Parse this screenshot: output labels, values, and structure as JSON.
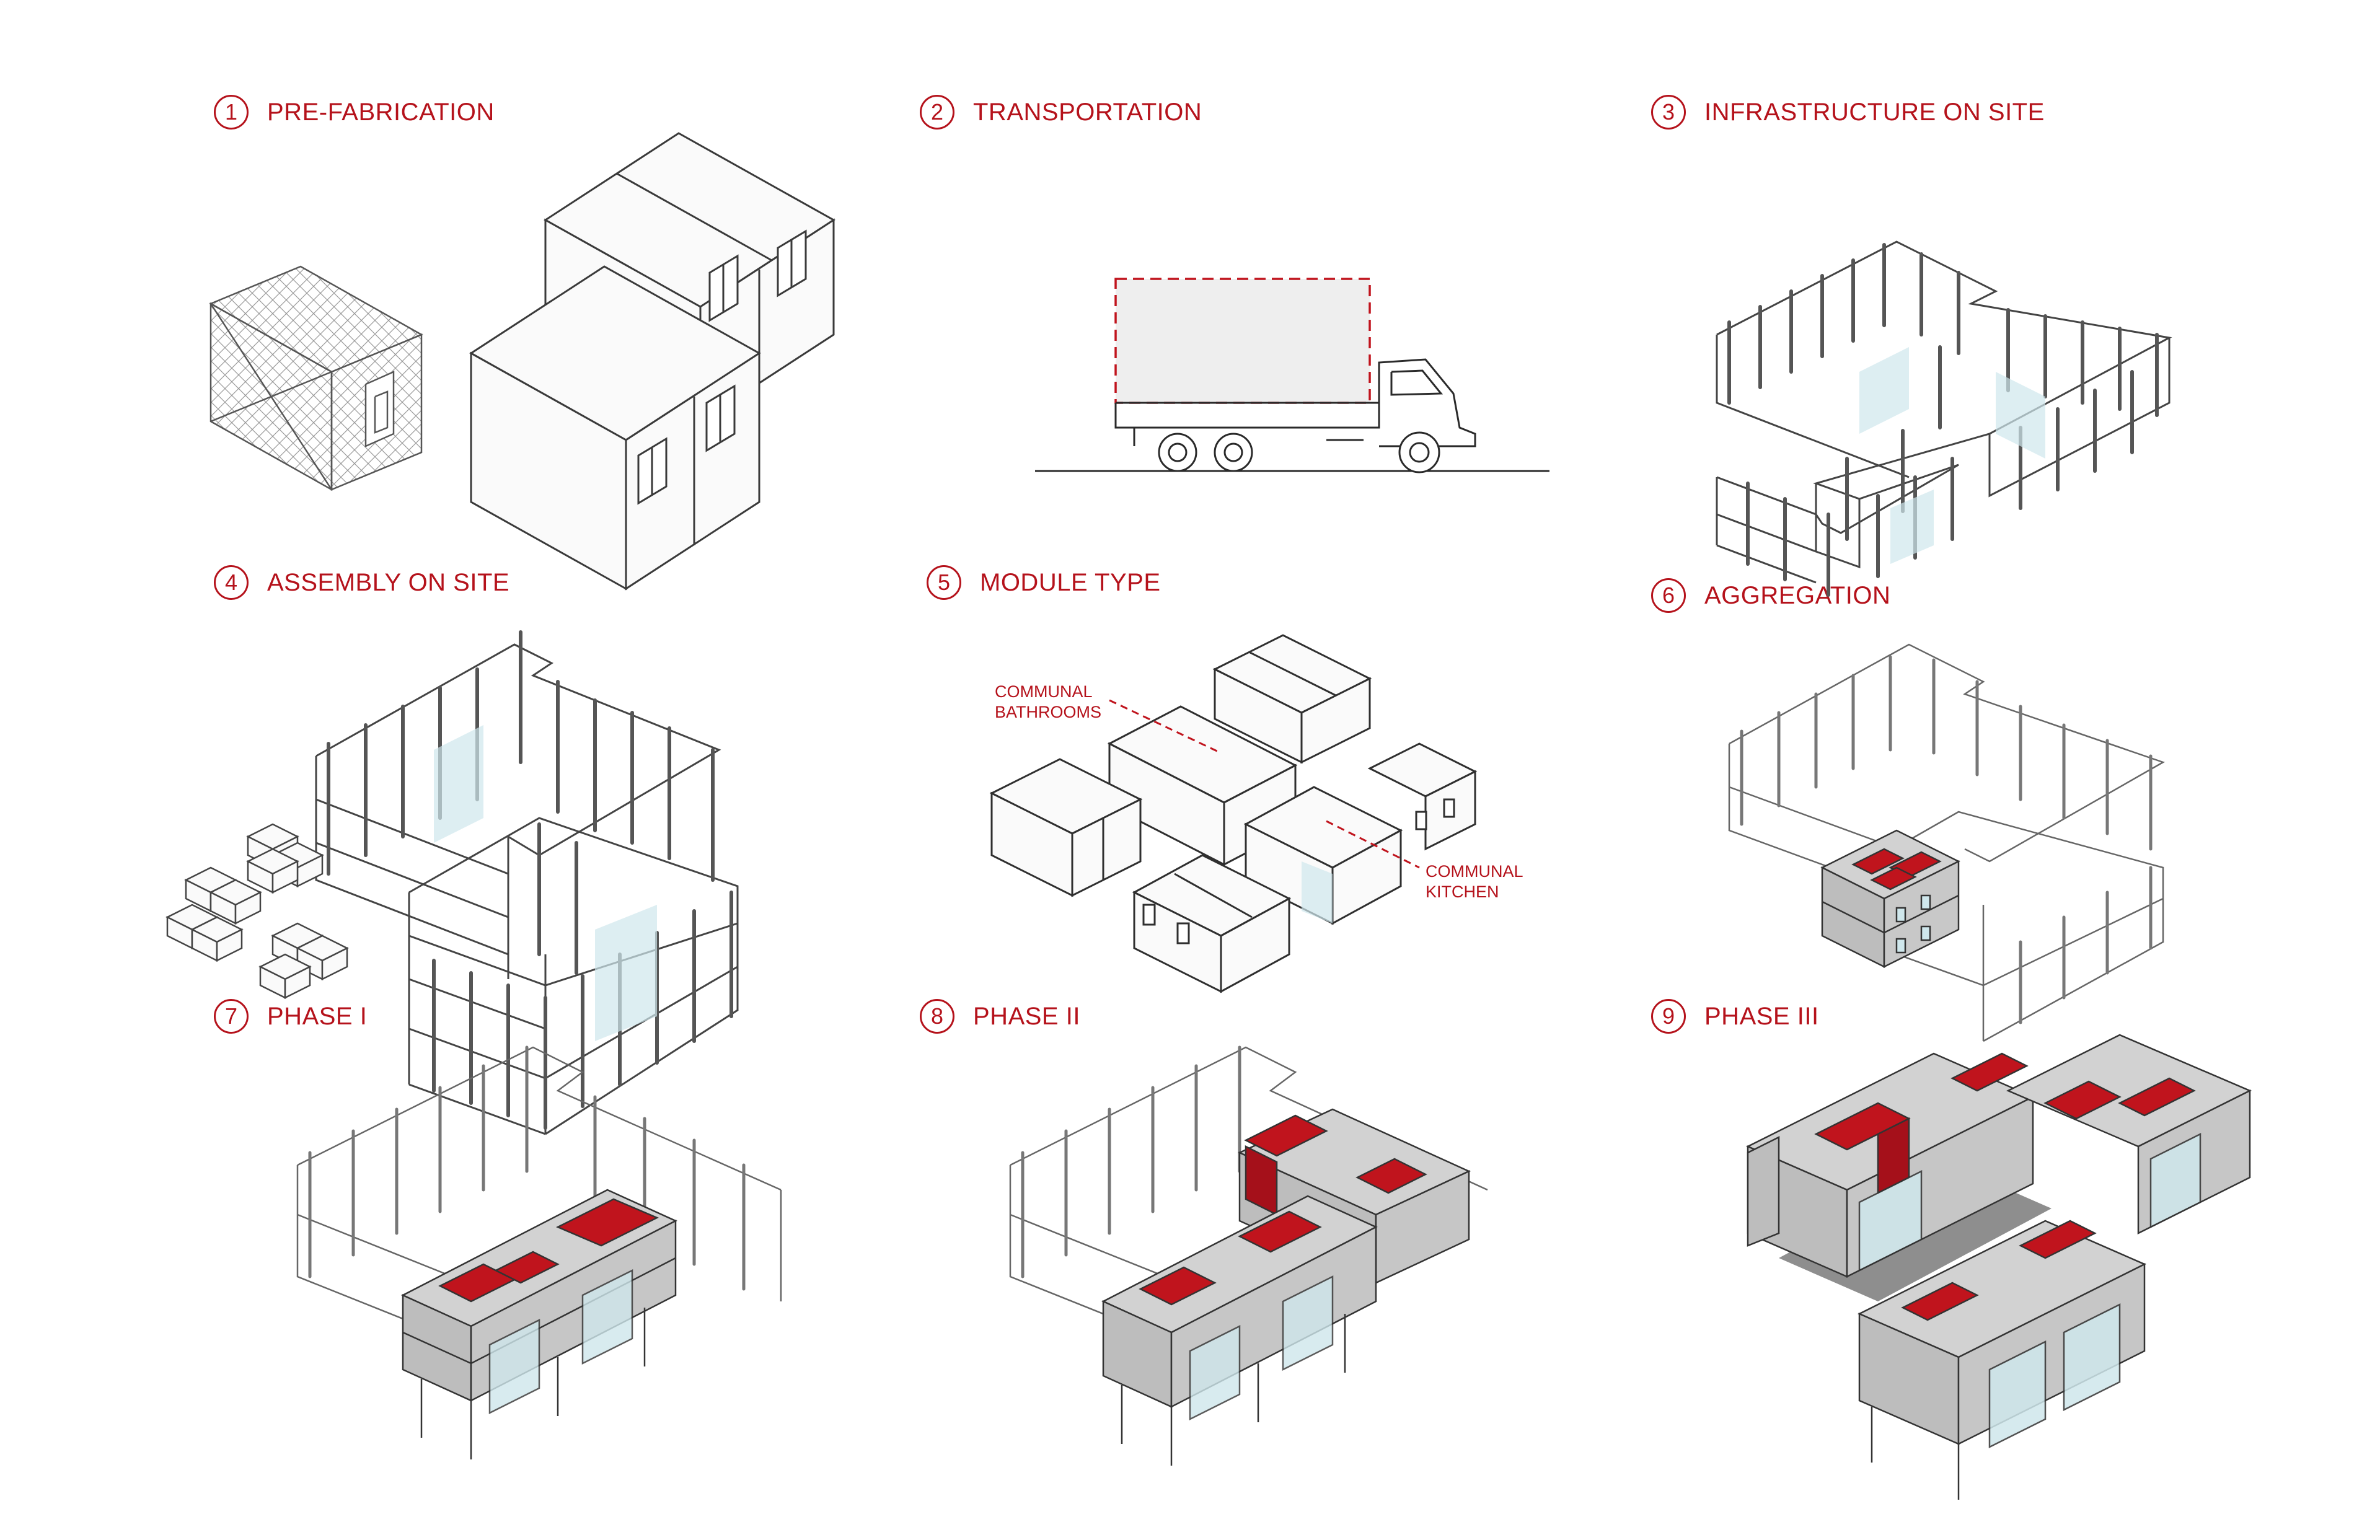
{
  "steps": [
    {
      "number": "1",
      "title": "PRE-FABRICATION"
    },
    {
      "number": "2",
      "title": "TRANSPORTATION"
    },
    {
      "number": "3",
      "title": "INFRASTRUCTURE ON SITE"
    },
    {
      "number": "4",
      "title": "ASSEMBLY ON SITE"
    },
    {
      "number": "5",
      "title": "MODULE TYPE"
    },
    {
      "number": "6",
      "title": "AGGREGATION"
    },
    {
      "number": "7",
      "title": "PHASE I"
    },
    {
      "number": "8",
      "title": "PHASE II"
    },
    {
      "number": "9",
      "title": "PHASE III"
    }
  ],
  "module_labels": {
    "bathrooms_line1": "COMMUNAL",
    "bathrooms_line2": "BATHROOMS",
    "kitchen_line1": "COMMUNAL",
    "kitchen_line2": "KITCHEN"
  },
  "colors": {
    "accent": "#b5121b",
    "line": "#333333",
    "module_red": "#c0141d",
    "module_grey": "#d2d2d2",
    "glass": "#cfe7ec"
  }
}
